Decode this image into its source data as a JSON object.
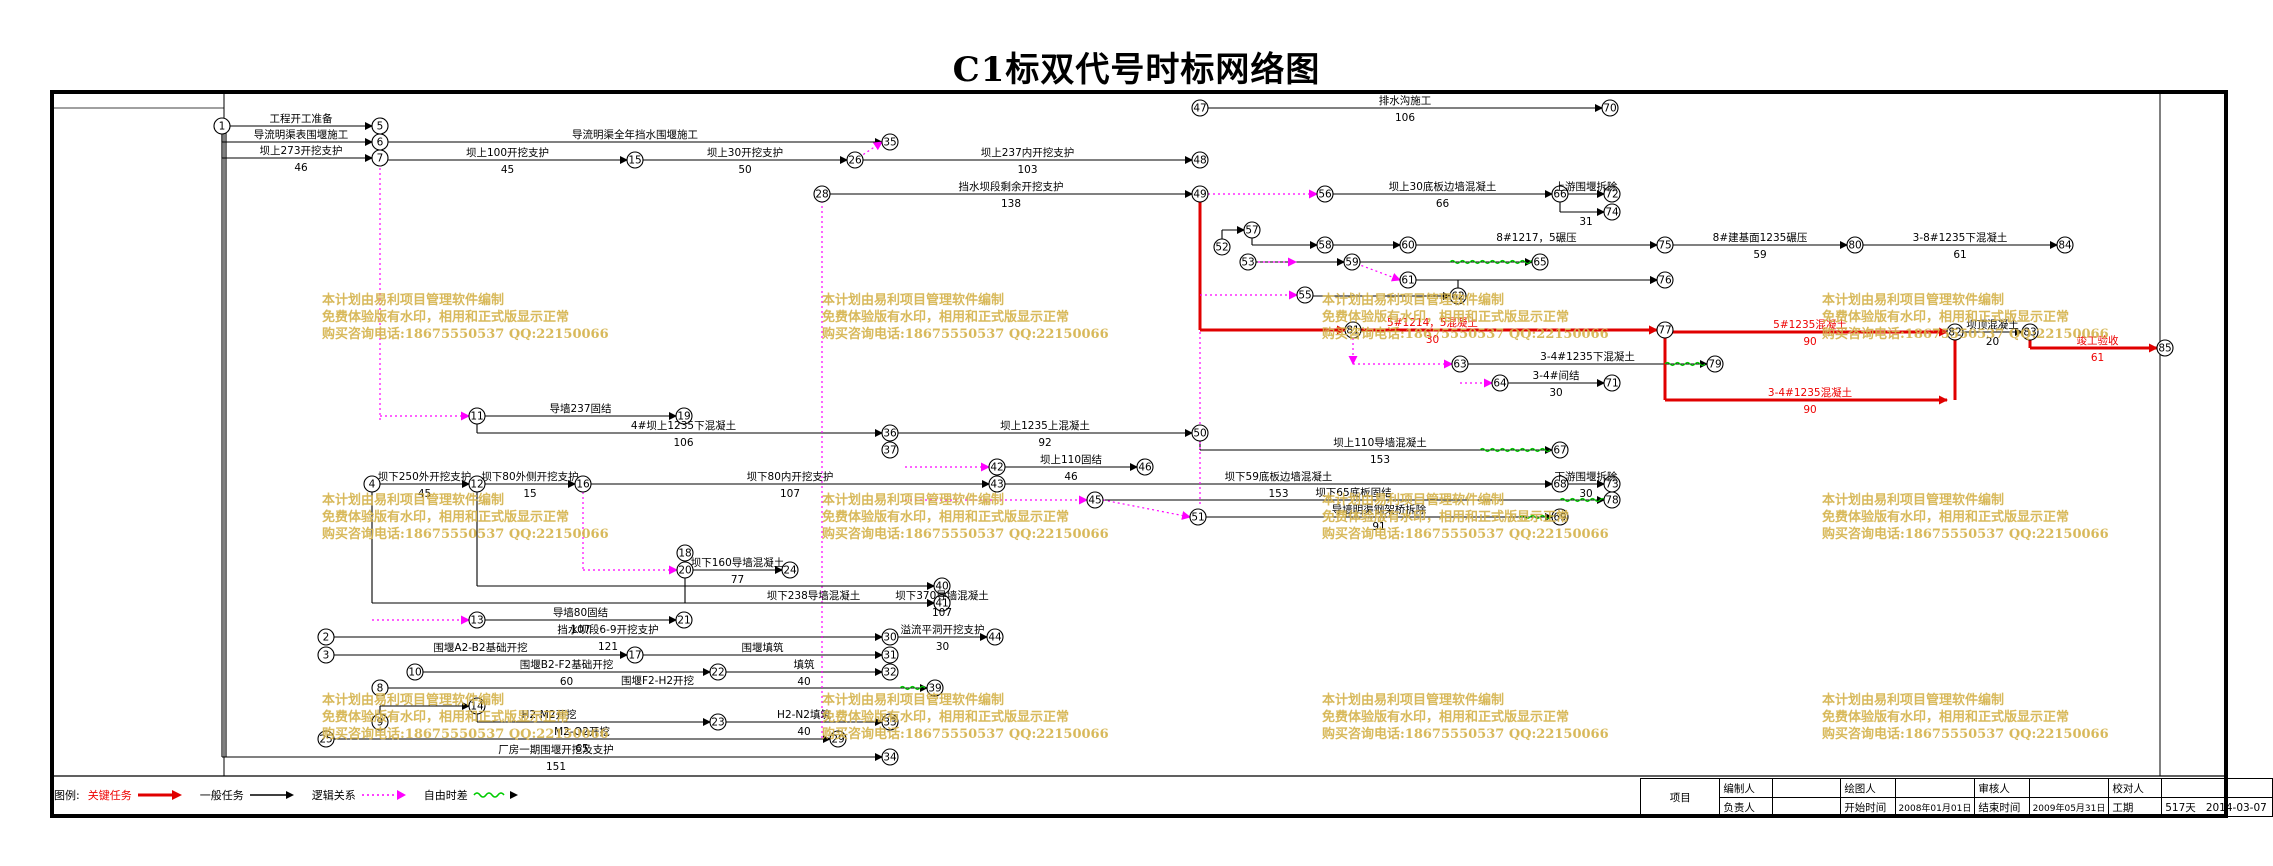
{
  "title": "C1标双代号时标网络图",
  "watermark": {
    "line1": "本计划由易利项目管理软件编制",
    "line2": "免费体验版有水印，相用和正式版显示正常",
    "line3": "购买咨询电话:18675550537 QQ:22150066"
  },
  "legend": {
    "prefix": "图例:",
    "critical": "关键任务",
    "normal": "一般任务",
    "logic": "逻辑关系",
    "float": "自由时差"
  },
  "info": {
    "project_label": "项目",
    "editor_label": "编制人",
    "drawer_label": "绘图人",
    "reviewer_label": "审核人",
    "checker_label": "校对人",
    "owner_label": "负责人",
    "start_label": "开始时间",
    "start_value": "2008年01月01日",
    "end_label": "结束时间",
    "end_value": "2009年05月31日",
    "duration_label": "工期",
    "duration_value": "517天",
    "date_value": "2014-03-07"
  },
  "colors": {
    "critical": "#e00000",
    "float": "#ff00ff",
    "slack": "#00cc00",
    "watermark": "#d4b24a"
  },
  "nodes": [
    {
      "id": "1"
    },
    {
      "id": "2"
    },
    {
      "id": "3"
    },
    {
      "id": "4"
    },
    {
      "id": "5"
    },
    {
      "id": "6"
    },
    {
      "id": "7"
    },
    {
      "id": "8"
    },
    {
      "id": "9"
    },
    {
      "id": "10"
    },
    {
      "id": "11"
    },
    {
      "id": "12"
    },
    {
      "id": "13"
    },
    {
      "id": "14"
    },
    {
      "id": "15"
    },
    {
      "id": "16"
    },
    {
      "id": "17"
    },
    {
      "id": "18"
    },
    {
      "id": "19"
    },
    {
      "id": "20"
    },
    {
      "id": "21"
    },
    {
      "id": "22"
    },
    {
      "id": "23"
    },
    {
      "id": "24"
    },
    {
      "id": "26"
    },
    {
      "id": "28"
    },
    {
      "id": "29"
    },
    {
      "id": "30"
    },
    {
      "id": "31"
    },
    {
      "id": "32"
    },
    {
      "id": "33"
    },
    {
      "id": "34"
    },
    {
      "id": "35"
    },
    {
      "id": "36"
    },
    {
      "id": "37"
    },
    {
      "id": "38"
    },
    {
      "id": "39"
    },
    {
      "id": "40"
    },
    {
      "id": "41"
    },
    {
      "id": "42"
    },
    {
      "id": "43"
    },
    {
      "id": "44"
    },
    {
      "id": "45"
    },
    {
      "id": "46"
    },
    {
      "id": "47"
    },
    {
      "id": "48"
    },
    {
      "id": "49"
    },
    {
      "id": "50"
    },
    {
      "id": "51"
    },
    {
      "id": "52"
    },
    {
      "id": "53"
    },
    {
      "id": "55"
    },
    {
      "id": "56"
    },
    {
      "id": "57"
    },
    {
      "id": "58"
    },
    {
      "id": "59"
    },
    {
      "id": "60"
    },
    {
      "id": "61"
    },
    {
      "id": "62"
    },
    {
      "id": "63"
    },
    {
      "id": "64"
    },
    {
      "id": "65"
    },
    {
      "id": "66"
    },
    {
      "id": "67"
    },
    {
      "id": "68"
    },
    {
      "id": "69"
    },
    {
      "id": "70"
    },
    {
      "id": "71"
    },
    {
      "id": "72"
    },
    {
      "id": "73"
    },
    {
      "id": "74"
    },
    {
      "id": "75"
    },
    {
      "id": "76"
    },
    {
      "id": "77"
    },
    {
      "id": "78"
    },
    {
      "id": "79"
    },
    {
      "id": "80"
    },
    {
      "id": "81"
    },
    {
      "id": "82"
    },
    {
      "id": "83"
    },
    {
      "id": "84"
    },
    {
      "id": "85"
    }
  ],
  "tasks": [
    {
      "from": "1",
      "to": "5",
      "name": "工程开工准备",
      "dur": ""
    },
    {
      "from": "1",
      "to": "6",
      "name": "导流明渠表围堰施工",
      "dur": ""
    },
    {
      "from": "1",
      "to": "7",
      "name": "坝上273开挖支护",
      "dur": "46"
    },
    {
      "from": "6",
      "to": "35",
      "name": "导流明渠全年挡水围堰施工",
      "dur": ""
    },
    {
      "from": "7",
      "to": "15",
      "name": "坝上100开挖支护",
      "dur": "45"
    },
    {
      "from": "15",
      "to": "26",
      "name": "坝上30开挖支护",
      "dur": "50"
    },
    {
      "from": "26",
      "to": "48",
      "name": "坝上237内开挖支护",
      "dur": "103"
    },
    {
      "from": "28",
      "to": "49",
      "name": "挡水坝段剩余开挖支护",
      "dur": "138"
    },
    {
      "from": "47",
      "to": "70",
      "name": "排水沟施工",
      "dur": "106"
    },
    {
      "from": "56",
      "to": "66",
      "name": "坝上30底板边墙混凝土",
      "dur": "66"
    },
    {
      "from": "66",
      "to": "72",
      "name": "上游围堰拆除",
      "dur": ""
    },
    {
      "from": "66",
      "to": "74",
      "name": "",
      "dur": "31"
    },
    {
      "from": "60",
      "to": "75",
      "name": "8#1217，5碾压",
      "dur": ""
    },
    {
      "from": "75",
      "to": "80",
      "name": "8#建基面1235碾压",
      "dur": "59"
    },
    {
      "from": "80",
      "to": "84",
      "name": "3-8#1235下混凝土",
      "dur": "61"
    },
    {
      "from": "49",
      "to": "77",
      "name": "5#1214，5混凝土",
      "dur": "30",
      "critical": true
    },
    {
      "from": "77",
      "to": "82",
      "name": "5#1235混凝土",
      "dur": "90",
      "critical": true
    },
    {
      "from": "77",
      "to": "82",
      "name": "3-4#1235混凝土",
      "dur": "90",
      "critical": true
    },
    {
      "from": "82",
      "to": "83",
      "name": "坝顶混凝土",
      "dur": "20"
    },
    {
      "from": "83",
      "to": "85",
      "name": "竣工验收",
      "dur": "61",
      "critical": true
    },
    {
      "from": "63",
      "to": "79",
      "name": "3-4#1235下混凝土",
      "dur": ""
    },
    {
      "from": "64",
      "to": "71",
      "name": "3-4#间结",
      "dur": "30"
    },
    {
      "from": "11",
      "to": "19",
      "name": "导墙237固结",
      "dur": ""
    },
    {
      "from": "11",
      "to": "36",
      "name": "4#坝上1235下混凝土",
      "dur": "106"
    },
    {
      "from": "36",
      "to": "50",
      "name": "坝上1235上混凝土",
      "dur": "92"
    },
    {
      "from": "50",
      "to": "67",
      "name": "坝上110导墙混凝土",
      "dur": "153"
    },
    {
      "from": "42",
      "to": "46",
      "name": "坝上110固结",
      "dur": "46"
    },
    {
      "from": "43",
      "to": "68",
      "name": "坝下59底板边墙混凝土",
      "dur": "153"
    },
    {
      "from": "68",
      "to": "73",
      "name": "下游围堰拆除",
      "dur": "30"
    },
    {
      "from": "45",
      "to": "78",
      "name": "坝下65底板固结",
      "dur": ""
    },
    {
      "from": "51",
      "to": "69",
      "name": "导墙明渠钢架桥拆除",
      "dur": "91"
    },
    {
      "from": "4",
      "to": "12",
      "name": "坝下250外开挖支护",
      "dur": "45"
    },
    {
      "from": "12",
      "to": "16",
      "name": "坝下80外侧开挖支护",
      "dur": "15"
    },
    {
      "from": "16",
      "to": "43",
      "name": "坝下80内开挖支护",
      "dur": "107"
    },
    {
      "from": "18",
      "to": "24",
      "name": "坝下160导墙混凝土",
      "dur": "77"
    },
    {
      "from": "20",
      "to": "38",
      "name": "坝下238导墙混凝土",
      "dur": ""
    },
    {
      "from": "38",
      "to": "41",
      "name": "坝下370导墙混凝土",
      "dur": "107"
    },
    {
      "from": "13",
      "to": "21",
      "name": "导墙80固结",
      "dur": "107"
    },
    {
      "from": "2",
      "to": "30",
      "name": "挡水坝段6-9开挖支护",
      "dur": "121"
    },
    {
      "from": "30",
      "to": "44",
      "name": "溢流平洞开挖支护",
      "dur": "30"
    },
    {
      "from": "3",
      "to": "17",
      "name": "围堰A2-B2基础开挖",
      "dur": ""
    },
    {
      "from": "17",
      "to": "31",
      "name": "围堰填筑",
      "dur": ""
    },
    {
      "from": "10",
      "to": "22",
      "name": "围堰B2-F2基础开挖",
      "dur": "60"
    },
    {
      "from": "22",
      "to": "32",
      "name": "填筑",
      "dur": "40"
    },
    {
      "from": "8",
      "to": "39",
      "name": "围堰F2-H2开挖",
      "dur": ""
    },
    {
      "from": "9",
      "to": "23",
      "name": "H2-M2开挖",
      "dur": ""
    },
    {
      "from": "23",
      "to": "33",
      "name": "H2-N2填筑",
      "dur": "40"
    },
    {
      "from": "25",
      "to": "29",
      "name": "M2-O2开挖",
      "dur": "65"
    },
    {
      "from": "1",
      "to": "34",
      "name": "厂房一期围堰开挖及支护",
      "dur": "151"
    }
  ]
}
